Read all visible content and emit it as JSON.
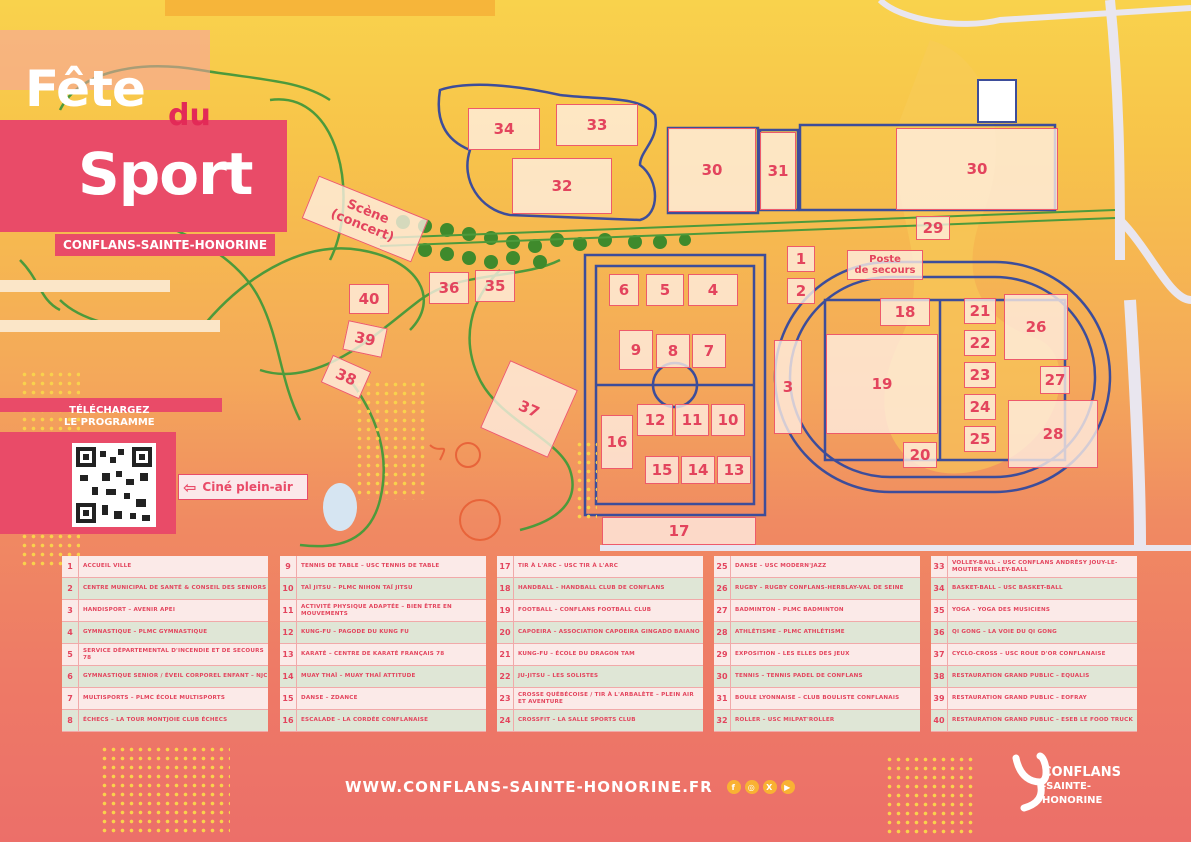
{
  "title": {
    "line1": "Fête",
    "line2": "du",
    "line3": "Sport",
    "city": "CONFLANS-SAINTE-HONORINE"
  },
  "download": {
    "line1": "TÉLÉCHARGEZ",
    "line2": "LE PROGRAMME"
  },
  "cine": "Ciné plein-air",
  "scene": {
    "line1": "Scène",
    "line2": "(concert)"
  },
  "poste": {
    "line1": "Poste",
    "line2": "de secours"
  },
  "zones": {
    "z1": "1",
    "z2": "2",
    "z3": "3",
    "z4": "4",
    "z5": "5",
    "z6": "6",
    "z7": "7",
    "z8": "8",
    "z9": "9",
    "z10": "10",
    "z11": "11",
    "z12": "12",
    "z13": "13",
    "z14": "14",
    "z15": "15",
    "z16": "16",
    "z17": "17",
    "z18": "18",
    "z19": "19",
    "z20": "20",
    "z21": "21",
    "z22": "22",
    "z23": "23",
    "z24": "24",
    "z25": "25",
    "z26": "26",
    "z27": "27",
    "z28": "28",
    "z29": "29",
    "z30a": "30",
    "z30b": "30",
    "z31": "31",
    "z32": "32",
    "z33": "33",
    "z34": "34",
    "z35": "35",
    "z36": "36",
    "z37": "37",
    "z38": "38",
    "z39": "39",
    "z40": "40"
  },
  "legend": [
    [
      {
        "n": "1",
        "t": "ACCUEIL VILLE"
      },
      {
        "n": "2",
        "t": "CENTRE MUNICIPAL DE SANTÉ & CONSEIL DES SENIORS"
      },
      {
        "n": "3",
        "t": "HANDISPORT – AVENIR APEI"
      },
      {
        "n": "4",
        "t": "GYMNASTIQUE – PLMC GYMNASTIQUE"
      },
      {
        "n": "5",
        "t": "SERVICE DÉPARTEMENTAL D'INCENDIE ET DE SECOURS 78"
      },
      {
        "n": "6",
        "t": "GYMNASTIQUE SENIOR / ÉVEIL CORPOREL ENFANT – NJC"
      },
      {
        "n": "7",
        "t": "MULTISPORTS – PLMC ÉCOLE MULTISPORTS"
      },
      {
        "n": "8",
        "t": "ÉCHECS – LA TOUR MONTJOIE CLUB ÉCHECS"
      }
    ],
    [
      {
        "n": "9",
        "t": "TENNIS DE TABLE – USC TENNIS DE TABLE"
      },
      {
        "n": "10",
        "t": "TAÏ JITSU – PLMC NIHON TAÏ JITSU"
      },
      {
        "n": "11",
        "t": "ACTIVITÉ PHYSIQUE ADAPTÉE – BIEN ÊTRE EN MOUVEMENTS"
      },
      {
        "n": "12",
        "t": "KUNG-FU – PAGODE DU KUNG FU"
      },
      {
        "n": "13",
        "t": "KARATÉ – CENTRE DE KARATÉ FRANÇAIS 78"
      },
      {
        "n": "14",
        "t": "MUAY THAÏ – MUAY THAÏ ATTITUDE"
      },
      {
        "n": "15",
        "t": "DANSE – ZDANCE"
      },
      {
        "n": "16",
        "t": "ESCALADE – LA CORDÉE CONFLANAISE"
      }
    ],
    [
      {
        "n": "17",
        "t": "TIR À L'ARC – USC TIR À L'ARC"
      },
      {
        "n": "18",
        "t": "HANDBALL – HANDBALL CLUB DE CONFLANS"
      },
      {
        "n": "19",
        "t": "FOOTBALL – CONFLANS FOOTBALL CLUB"
      },
      {
        "n": "20",
        "t": "CAPOEIRA – ASSOCIATION CAPOEIRA GINGADO BAIANO"
      },
      {
        "n": "21",
        "t": "KUNG-FU – ÉCOLE DU DRAGON TAM"
      },
      {
        "n": "22",
        "t": "JU-JITSU – LES SOLISTES"
      },
      {
        "n": "23",
        "t": "CROSSE QUÉBÉCOISE / TIR À L'ARBALÈTE – PLEIN AIR ET AVENTURE"
      },
      {
        "n": "24",
        "t": "CROSSFIT – LA SALLE SPORTS CLUB"
      }
    ],
    [
      {
        "n": "25",
        "t": "DANSE – USC MODERN'JAZZ"
      },
      {
        "n": "26",
        "t": "RUGBY – RUGBY CONFLANS-HERBLAY-VAL DE SEINE"
      },
      {
        "n": "27",
        "t": "BADMINTON – PLMC BADMINTON"
      },
      {
        "n": "28",
        "t": "ATHLÉTISME – PLMC ATHLÉTISME"
      },
      {
        "n": "29",
        "t": "EXPOSITION – LES ELLES DES JEUX"
      },
      {
        "n": "30",
        "t": "TENNIS – TENNIS PADEL DE CONFLANS"
      },
      {
        "n": "31",
        "t": "BOULE LYONNAISE – CLUB BOULISTE CONFLANAIS"
      },
      {
        "n": "32",
        "t": "ROLLER – USC MILPAT'ROLLER"
      }
    ],
    [
      {
        "n": "33",
        "t": "VOLLEY-BALL – USC CONFLANS ANDRÉSY JOUY-LE-MOUTIER VOLLEY-BALL"
      },
      {
        "n": "34",
        "t": "BASKET-BALL – USC BASKET-BALL"
      },
      {
        "n": "35",
        "t": "YOGA – YOGA DES MUSICIENS"
      },
      {
        "n": "36",
        "t": "QI GONG – LA VOIE DU QI GONG"
      },
      {
        "n": "37",
        "t": "CYCLO-CROSS – USC ROUE D'OR CONFLANAISE"
      },
      {
        "n": "38",
        "t": "RESTAURATION GRAND PUBLIC – EQUALIS"
      },
      {
        "n": "39",
        "t": "RESTAURATION GRAND PUBLIC – EOFRAY"
      },
      {
        "n": "40",
        "t": "RESTAURATION GRAND PUBLIC – ESEB LE FOOD TRUCK"
      }
    ]
  ],
  "website": "WWW.CONFLANS-SAINTE-HONORINE.FR",
  "social": [
    "f",
    "◎",
    "X",
    "▶"
  ],
  "logo": {
    "line1": "CONFLANS",
    "line2": "-SAINTE-",
    "line3": "HONORINE"
  }
}
